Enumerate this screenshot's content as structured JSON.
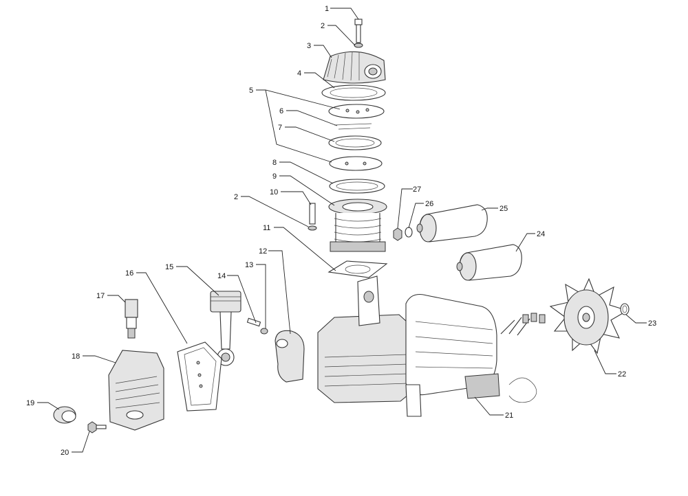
{
  "labels": [
    "1",
    "2",
    "3",
    "4",
    "5",
    "6",
    "7",
    "8",
    "9",
    "2",
    "10",
    "11",
    "12",
    "13",
    "14",
    "15",
    "16",
    "17",
    "18",
    "19",
    "20",
    "21",
    "22",
    "23",
    "24",
    "25",
    "26",
    "27"
  ]
}
